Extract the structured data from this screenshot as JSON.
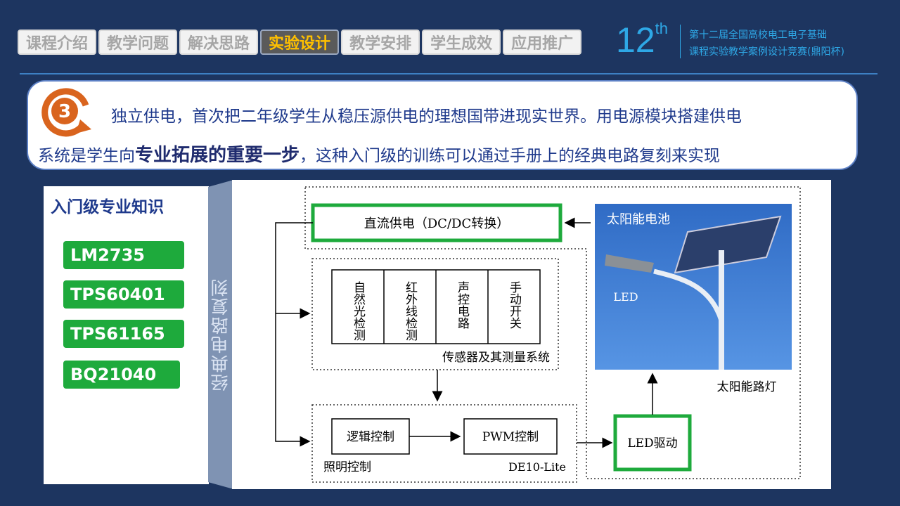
{
  "nav": {
    "tabs": [
      {
        "label": "课程介绍",
        "active": false
      },
      {
        "label": "教学问题",
        "active": false
      },
      {
        "label": "解决思路",
        "active": false
      },
      {
        "label": "实验设计",
        "active": true
      },
      {
        "label": "教学安排",
        "active": false
      },
      {
        "label": "学生成效",
        "active": false
      },
      {
        "label": "应用推广",
        "active": false
      }
    ]
  },
  "header": {
    "number": "12",
    "suffix": "th",
    "competition_line1": "第十二届全国高校电工电子基础",
    "competition_line2": "课程实验教学案例设计竞赛(鼎阳杯)"
  },
  "intro": {
    "badge": "3",
    "line1": "独立供电，首次把二年级学生从稳压源供电的理想国带进现实世界。用电源模块搭建供电",
    "line2_pre": "系统是学生向",
    "line2_bold": "专业拓展的重要一步",
    "line2_post": "，这种入门级的训练可以通过手册上的经典电路复刻来实现"
  },
  "left_panel": {
    "title": "入门级专业知识",
    "chips": [
      "LM2735",
      "TPS60401",
      "TPS61165",
      "BQ21040"
    ]
  },
  "band_label": "经典电路复刻",
  "diagram": {
    "dc_power": "直流供电（DC/DC转换）",
    "sensors": [
      "自然光检测",
      "红外线检测",
      "声控电路",
      "手动开关"
    ],
    "sensor_system": "传感器及其测量系统",
    "logic": "逻辑控制",
    "pwm": "PWM控制",
    "lighting": "照明控制",
    "board": "DE10-Lite",
    "led_driver": "LED驱动",
    "solar_panel": "太阳能电池",
    "led": "LED",
    "street_lamp": "太阳能路灯"
  },
  "colors": {
    "background": "#1d3560",
    "accent": "#2ea8e6",
    "highlight_green": "#1eaa3c",
    "active_tab_text": "#ffc000"
  }
}
